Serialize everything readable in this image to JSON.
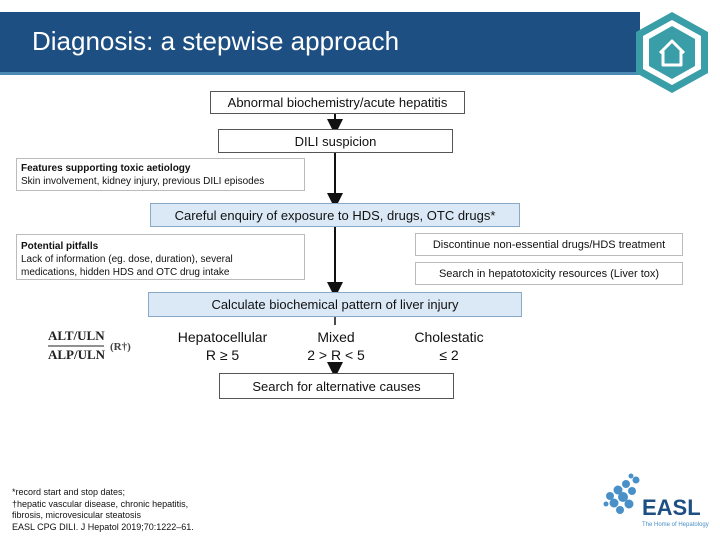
{
  "header": {
    "title": "Diagnosis: a stepwise approach",
    "home_icon": "home-icon"
  },
  "flow": {
    "step1": "Abnormal biochemistry/acute hepatitis",
    "step2": "DILI suspicion",
    "step3": "Careful enquiry of exposure to HDS, drugs, OTC drugs*",
    "step4": "Calculate biochemical pattern of liver injury",
    "step5": "Search for alternative causes"
  },
  "features": {
    "title": "Features supporting toxic aetiology",
    "text": "Skin involvement, kidney injury, previous DILI episodes"
  },
  "pitfalls": {
    "title": "Potential pitfalls",
    "line1": "Lack of information (eg. dose, duration), several",
    "line2": "medications, hidden HDS and OTC drug intake"
  },
  "actions": {
    "discontinue": "Discontinue non-essential drugs/HDS treatment",
    "search": "Search in hepatotoxicity resources (Liver tox)"
  },
  "formula": {
    "num": "ALT/ULN",
    "den": "ALP/ULN",
    "r": "(R†)"
  },
  "patterns": [
    {
      "name": "Hepatocellular",
      "rule": "R ≥ 5"
    },
    {
      "name": "Mixed",
      "rule": "2 > R < 5"
    },
    {
      "name": "Cholestatic",
      "rule": "≤ 2"
    }
  ],
  "footnote": {
    "l1": "*record start and stop dates;",
    "l2": "†hepatic vascular disease, chronic hepatitis,",
    "l3": "fibrosis, microvesicular steatosis",
    "l4": "EASL CPG DILI. J Hepatol 2019;70:1222–61."
  },
  "logo": {
    "name": "EASL",
    "tagline": "The Home of Hepatology"
  },
  "colors": {
    "header": "#1e4f82",
    "accent": "#4c8ab3",
    "box_blue": "#dbe9f7",
    "home_teal": "#3a9ea8"
  }
}
